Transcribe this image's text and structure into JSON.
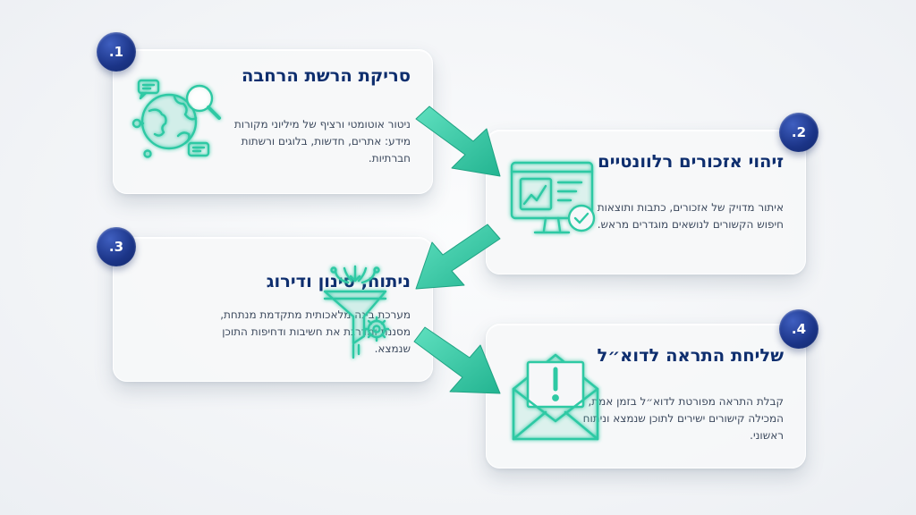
{
  "steps": [
    {
      "number": ".1",
      "title": "סריקת הרשת הרחבה",
      "description": "ניטור אוטומטי ורציף של מיליוני מקורות מידע: אתרים, חדשות, בלוגים ורשתות חברתיות.",
      "icon": "globe-search-icon"
    },
    {
      "number": ".2",
      "title": "זיהוי אזכורים רלוונטיים",
      "description": "איתור מדויק של אזכורים, כתבות ותוצאות חיפוש הקשורים לנושאים מוגדרים מראש.",
      "icon": "monitor-chart-check-icon"
    },
    {
      "number": ".3",
      "title": "ניתוח, סינון ודירוג",
      "description": "מערכת בינה מלאכותית מתקדמת מנתחת, מסננת ומדרגת את חשיבות ודחיפות התוכן שנמצא.",
      "icon": "funnel-gear-icon"
    },
    {
      "number": ".4",
      "title": "שליחת התראה לדוא״ל",
      "description": "קבלת התראה מפורטת לדוא״ל בזמן אמת, המכילה קישורים ישירים לתוכן שנמצא וניתוח ראשוני.",
      "icon": "envelope-alert-icon"
    }
  ],
  "colors": {
    "title": "#0e2e6e",
    "text": "#3d4a5e",
    "badge": "#1b3487",
    "accent": "#2fc9a4"
  }
}
